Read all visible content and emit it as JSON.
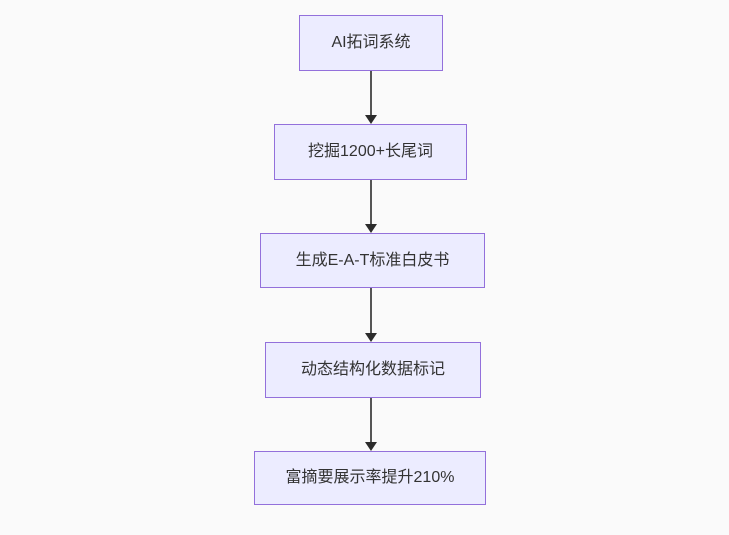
{
  "diagram": {
    "type": "flowchart",
    "direction": "top-down",
    "nodes": [
      {
        "id": "1",
        "label": "AI拓词系统"
      },
      {
        "id": "2",
        "label": "挖掘1200+长尾词"
      },
      {
        "id": "3",
        "label": "生成E-A-T标准白皮书"
      },
      {
        "id": "4",
        "label": "动态结构化数据标记"
      },
      {
        "id": "5",
        "label": "富摘要展示率提升210%"
      }
    ],
    "edges": [
      {
        "from": "1",
        "to": "2"
      },
      {
        "from": "2",
        "to": "3"
      },
      {
        "from": "3",
        "to": "4"
      },
      {
        "from": "4",
        "to": "5"
      }
    ],
    "colors": {
      "background": "#FAFAFA",
      "node_fill": "#ECECFF",
      "node_border": "#9370DB",
      "node_text": "#333333",
      "arrow_line": "#555555",
      "arrow_head": "#2B2B2B"
    }
  }
}
